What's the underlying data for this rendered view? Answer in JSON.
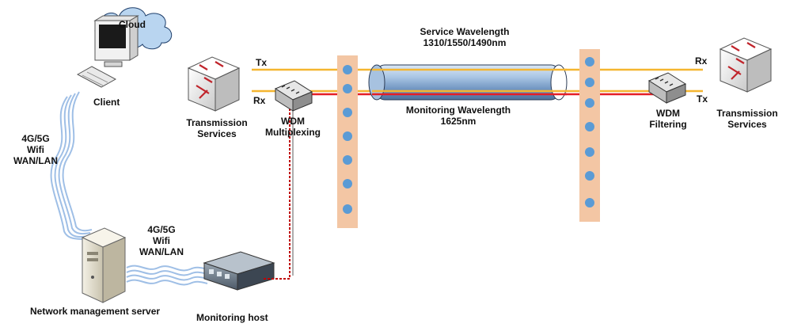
{
  "colors": {
    "fiber_yellow": "#f5b630",
    "fiber_red": "#e41e26",
    "pillar_fill": "#f3c6a4",
    "pillar_dot": "#5b9bd5",
    "cloud_fill": "#b9d5f0",
    "wireless": "#9fbfe6",
    "dashed_red": "#c00000",
    "pipe_fill": "#7fa6cf"
  },
  "labels": {
    "cloud": "Cloud",
    "client": "Client",
    "wireless_left": [
      "4G/5G",
      "Wifi",
      "WAN/LAN"
    ],
    "wireless_bottom": [
      "4G/5G",
      "Wifi",
      "WAN/LAN"
    ],
    "network_management_server": "Network management server",
    "monitoring_host": "Monitoring host",
    "transmission_services_left": [
      "Transmission",
      "Services"
    ],
    "transmission_services_right": [
      "Transmission",
      "Services"
    ],
    "wdm_multiplexing": [
      "WDM",
      "Multiplexing"
    ],
    "wdm_filtering": [
      "WDM",
      "Filtering"
    ],
    "tx_left": "Tx",
    "rx_left": "Rx",
    "rx_right": "Rx",
    "tx_right": "Tx",
    "service_wavelength": [
      "Service Wavelength",
      "1310/1550/1490nm"
    ],
    "monitoring_wavelength": [
      "Monitoring Wavelength",
      "1625nm"
    ]
  }
}
